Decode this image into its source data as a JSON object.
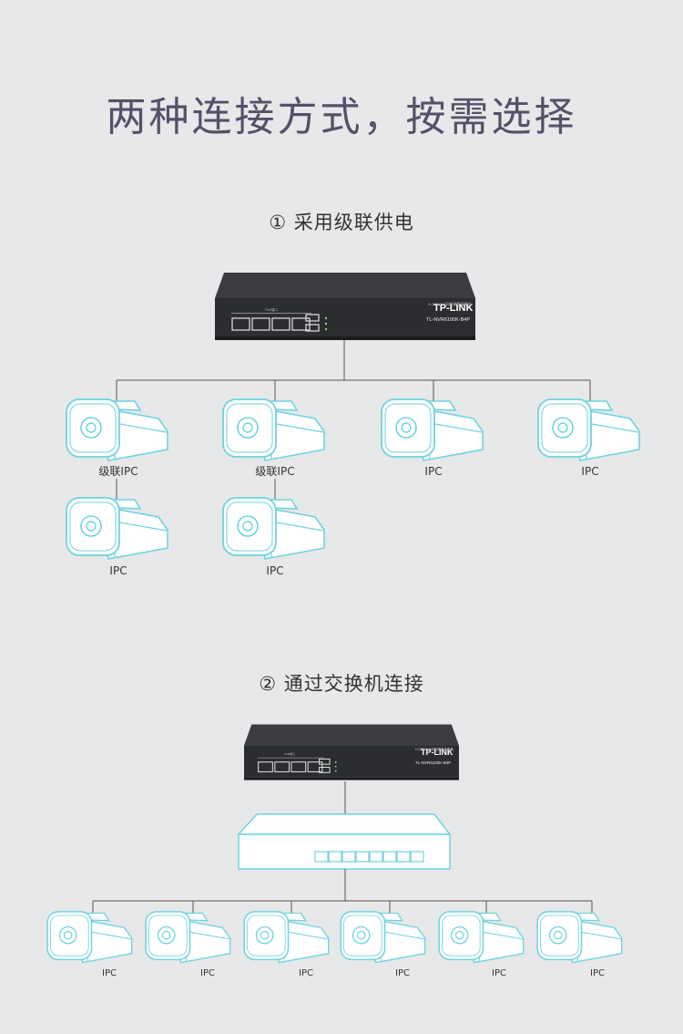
{
  "title": "两种连接方式，按需选择",
  "section1": {
    "title": "① 采用级联供电",
    "nvr": {
      "brand": "TP-LINK",
      "model": "TL-NVR6100K-B4P",
      "subtitle": "H.265 PoE网络硬盘录像机",
      "poe_label": "PoE端口"
    },
    "row1_labels": [
      "级联IPC",
      "级联IPC",
      "IPC",
      "IPC"
    ],
    "row2_labels": [
      "IPC",
      "IPC"
    ]
  },
  "section2": {
    "title": "② 通过交换机连接",
    "nvr": {
      "brand": "TP-LINK",
      "model": "TL-NVR6100K-B4P",
      "subtitle": "H.265 PoE网络硬盘录像机",
      "poe_label": "PoE端口"
    },
    "camera_labels": [
      "IPC",
      "IPC",
      "IPC",
      "IPC",
      "IPC",
      "IPC"
    ]
  },
  "colors": {
    "background": "#e7e8ea",
    "title": "#574f68",
    "camera_fill": "#ffffff",
    "camera_stroke": "#6fd3dd",
    "line": "#555555",
    "device": "#2c2e31"
  },
  "icons": [
    "nvr-device",
    "bullet-camera-icon",
    "network-switch-icon"
  ]
}
